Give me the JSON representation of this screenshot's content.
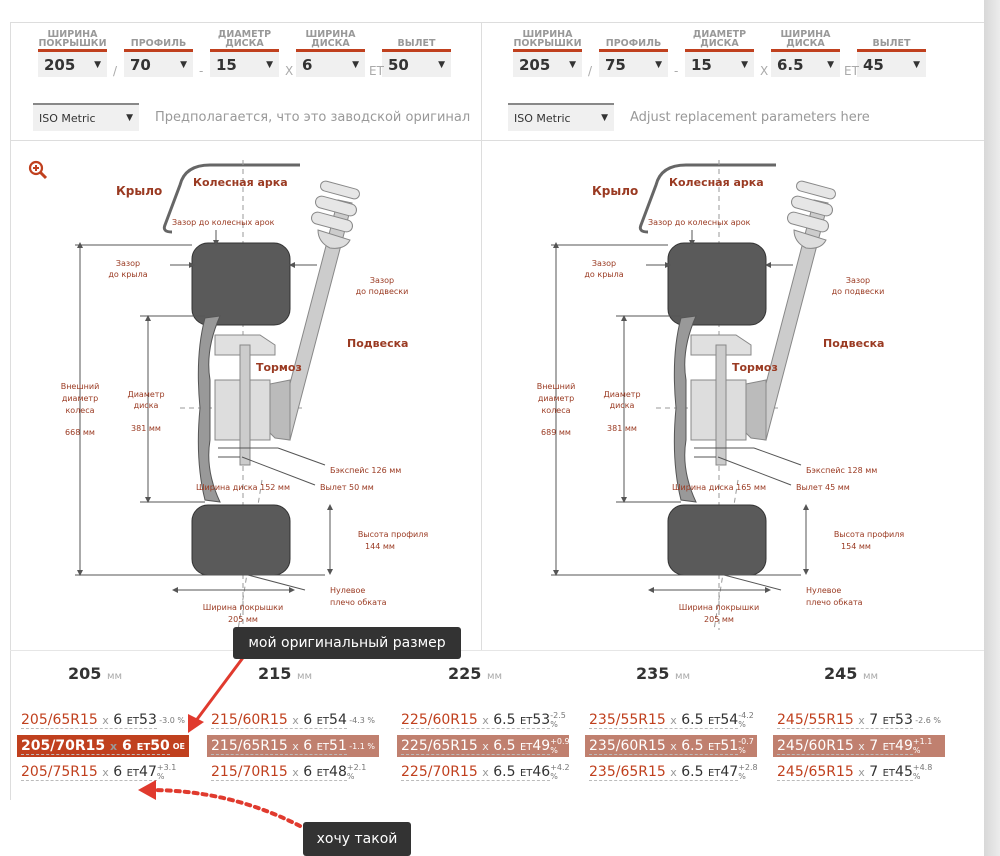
{
  "colors": {
    "accent": "#c0401e",
    "highlight": "#c0806f",
    "label": "#9a3a22"
  },
  "panels": [
    {
      "fields": [
        {
          "label": "ШИРИНА ПОКРЫШКИ",
          "value": "205"
        },
        {
          "label": "ПРОФИЛЬ",
          "value": "70"
        },
        {
          "label": "ДИАМЕТР ДИСКА",
          "value": "15"
        },
        {
          "label": "ШИРИНА ДИСКА",
          "value": "6"
        },
        {
          "label": "ВЫЛЕТ",
          "value": "50"
        }
      ],
      "separators": [
        "/",
        "-",
        "X",
        "ET"
      ],
      "standard": "ISO Metric",
      "hint": "Предполагается, что это заводской оригинал"
    },
    {
      "fields": [
        {
          "label": "ШИРИНА ПОКРЫШКИ",
          "value": "205"
        },
        {
          "label": "ПРОФИЛЬ",
          "value": "75"
        },
        {
          "label": "ДИАМЕТР ДИСКА",
          "value": "15"
        },
        {
          "label": "ШИРИНА ДИСКА",
          "value": "6.5"
        },
        {
          "label": "ВЫЛЕТ",
          "value": "45"
        }
      ],
      "separators": [
        "/",
        "-",
        "X",
        "ET"
      ],
      "standard": "ISO Metric",
      "hint": "Adjust replacement parameters here"
    }
  ],
  "diagrams": [
    {
      "fender": "Крыло",
      "arch": "Колесная арка",
      "arch_gap": "Зазор до колесных арок",
      "fender_gap1": "Зазор",
      "fender_gap2": "до крыла",
      "susp_gap1": "Зазор",
      "susp_gap2": "до подвески",
      "suspension": "Подвеска",
      "brake": "Тормоз",
      "outer1": "Внешний",
      "outer2": "диаметр",
      "outer3": "колеса",
      "outer_val": "668 мм",
      "rim1": "Диаметр",
      "rim2": "диска",
      "rim_val": "381 мм",
      "backspace": "Бэкспейс 126 мм",
      "offset": "Вылет 50 мм",
      "rim_width": "Ширина диска 152 мм",
      "profile1": "Высота профиля",
      "profile2": "144 мм",
      "scrub1": "Нулевое",
      "scrub2": "плечо обката",
      "tire1": "Ширина покрышки",
      "tire2": "205 мм"
    },
    {
      "fender": "Крыло",
      "arch": "Колесная арка",
      "arch_gap": "Зазор до колесных арок",
      "fender_gap1": "Зазор",
      "fender_gap2": "до крыла",
      "susp_gap1": "Зазор",
      "susp_gap2": "до подвески",
      "suspension": "Подвеска",
      "brake": "Тормоз",
      "outer1": "Внешний",
      "outer2": "диаметр",
      "outer3": "колеса",
      "outer_val": "689 мм",
      "rim1": "Диаметр",
      "rim2": "диска",
      "rim_val": "381 мм",
      "backspace": "Бэкспейс 128 мм",
      "offset": "Вылет 45 мм",
      "rim_width": "Ширина диска 165 мм",
      "profile1": "Высота профиля",
      "profile2": "154 мм",
      "scrub1": "Нулевое",
      "scrub2": "плечо обката",
      "tire1": "Ширина покрышки",
      "tire2": "205 мм"
    }
  ],
  "widths": [
    {
      "width": "205",
      "unit": "мм",
      "rows": [
        {
          "tire": "205/65R15",
          "x": "x",
          "rim": "6",
          "et": "ET",
          "off": "53",
          "pct": "-3.0 %",
          "state": "normal"
        },
        {
          "tire": "205/70R15",
          "x": "x",
          "rim": "6",
          "et": "ET",
          "off": "50",
          "pct": "OE",
          "state": "oe"
        },
        {
          "tire": "205/75R15",
          "x": "x",
          "rim": "6",
          "et": "ET",
          "off": "47",
          "pct": "+3.1 %",
          "state": "normal"
        }
      ]
    },
    {
      "width": "215",
      "unit": "мм",
      "rows": [
        {
          "tire": "215/60R15",
          "x": "x",
          "rim": "6",
          "et": "ET",
          "off": "54",
          "pct": "-4.3 %",
          "state": "normal"
        },
        {
          "tire": "215/65R15",
          "x": "x",
          "rim": "6",
          "et": "ET",
          "off": "51",
          "pct": "-1.1 %",
          "state": "hl"
        },
        {
          "tire": "215/70R15",
          "x": "x",
          "rim": "6",
          "et": "ET",
          "off": "48",
          "pct": "+2.1 %",
          "state": "normal"
        }
      ]
    },
    {
      "width": "225",
      "unit": "мм",
      "rows": [
        {
          "tire": "225/60R15",
          "x": "x",
          "rim": "6.5",
          "et": "ET",
          "off": "53",
          "pct": "-2.5 %",
          "state": "normal"
        },
        {
          "tire": "225/65R15",
          "x": "x",
          "rim": "6.5",
          "et": "ET",
          "off": "49",
          "pct": "+0.9 %",
          "state": "hl"
        },
        {
          "tire": "225/70R15",
          "x": "x",
          "rim": "6.5",
          "et": "ET",
          "off": "46",
          "pct": "+4.2 %",
          "state": "normal"
        }
      ]
    },
    {
      "width": "235",
      "unit": "мм",
      "rows": [
        {
          "tire": "235/55R15",
          "x": "x",
          "rim": "6.5",
          "et": "ET",
          "off": "54",
          "pct": "-4.2 %",
          "state": "normal"
        },
        {
          "tire": "235/60R15",
          "x": "x",
          "rim": "6.5",
          "et": "ET",
          "off": "51",
          "pct": "-0.7 %",
          "state": "hl"
        },
        {
          "tire": "235/65R15",
          "x": "x",
          "rim": "6.5",
          "et": "ET",
          "off": "47",
          "pct": "+2.8 %",
          "state": "normal"
        }
      ]
    },
    {
      "width": "245",
      "unit": "мм",
      "rows": [
        {
          "tire": "245/55R15",
          "x": "x",
          "rim": "7",
          "et": "ET",
          "off": "53",
          "pct": "-2.6 %",
          "state": "normal"
        },
        {
          "tire": "245/60R15",
          "x": "x",
          "rim": "7",
          "et": "ET",
          "off": "49",
          "pct": "+1.1 %",
          "state": "hl"
        },
        {
          "tire": "245/65R15",
          "x": "x",
          "rim": "7",
          "et": "ET",
          "off": "45",
          "pct": "+4.8 %",
          "state": "normal"
        }
      ]
    }
  ],
  "annotations": {
    "original": "мой оригинальный размер",
    "want": "хочу такой"
  }
}
